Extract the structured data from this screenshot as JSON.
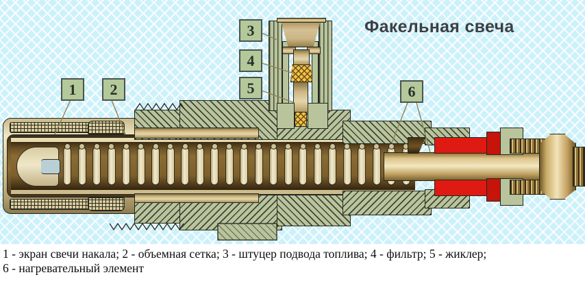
{
  "title": "Факельная свеча",
  "callouts": [
    {
      "id": "1",
      "label": "1"
    },
    {
      "id": "2",
      "label": "2"
    },
    {
      "id": "3",
      "label": "3"
    },
    {
      "id": "4",
      "label": "4"
    },
    {
      "id": "5",
      "label": "5"
    },
    {
      "id": "6",
      "label": "6"
    }
  ],
  "caption": {
    "line1": "1 - экран свечи накала; 2 - объемная сетка; 3 - штуцер подвода топлива; 4 - фильтр; 5 - жиклер;",
    "line2": "6 - нагревательный элемент"
  },
  "legend_terms": {
    "1": "экран свечи накала",
    "2": "объемная сетка",
    "3": "штуцер подвода топлива",
    "4": "фильтр",
    "5": "жиклер",
    "6": "нагревательный элемент"
  },
  "colors": {
    "background": "#cdf1fa",
    "callout_fill": "#b3c999",
    "callout_border": "#4c5250",
    "title_text": "#3c4044",
    "body_metal": "#b9c49c",
    "brass": "#e0c489",
    "insulation_red": "#df1a12",
    "filter_mesh": "#f0c24a",
    "caption_text": "#0d0d0d"
  },
  "figure": {
    "type": "cutaway-section-drawing",
    "subject": "flame glow plug (torch igniter) longitudinal section"
  }
}
